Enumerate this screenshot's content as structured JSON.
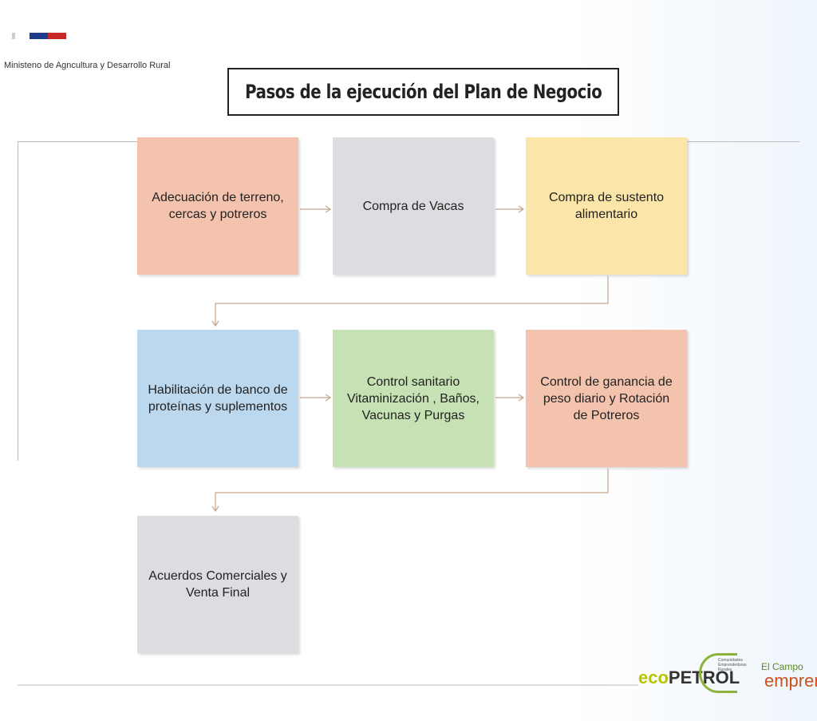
{
  "header": {
    "ministry_text": "Ministeno de Agncultura y Desarrollo Rural"
  },
  "title": "Pasos de la ejecución del Plan de Negocio",
  "steps": [
    {
      "label": "Adecuación de terreno, cercas y potreros",
      "color": "#f4c3ae"
    },
    {
      "label": "Compra de Vacas",
      "color": "#dcdde0"
    },
    {
      "label": "Compra de sustento alimentario",
      "color": "#fbe5a8"
    },
    {
      "label": "Habilitación de banco de proteínas y suplementos",
      "color": "#bcd8ef"
    },
    {
      "label": "Control sanitario Vitaminización , Baños, Vacunas y Purgas",
      "color": "#c6e1b3"
    },
    {
      "label": "Control de ganancia de peso diario y Rotación de Potreros",
      "color": "#f4c3ae"
    },
    {
      "label": "Acuerdos Comerciales y Venta Final",
      "color": "#dcdde0"
    }
  ],
  "logos": {
    "eco_a": "eco",
    "eco_b": "PETROL",
    "mid": "Comunidades Emprendedoras Rurales",
    "campo": "El Campo",
    "emprende": "emprend"
  },
  "colors": {
    "connector": "#c9a58a",
    "line": "#bbbbbb"
  }
}
